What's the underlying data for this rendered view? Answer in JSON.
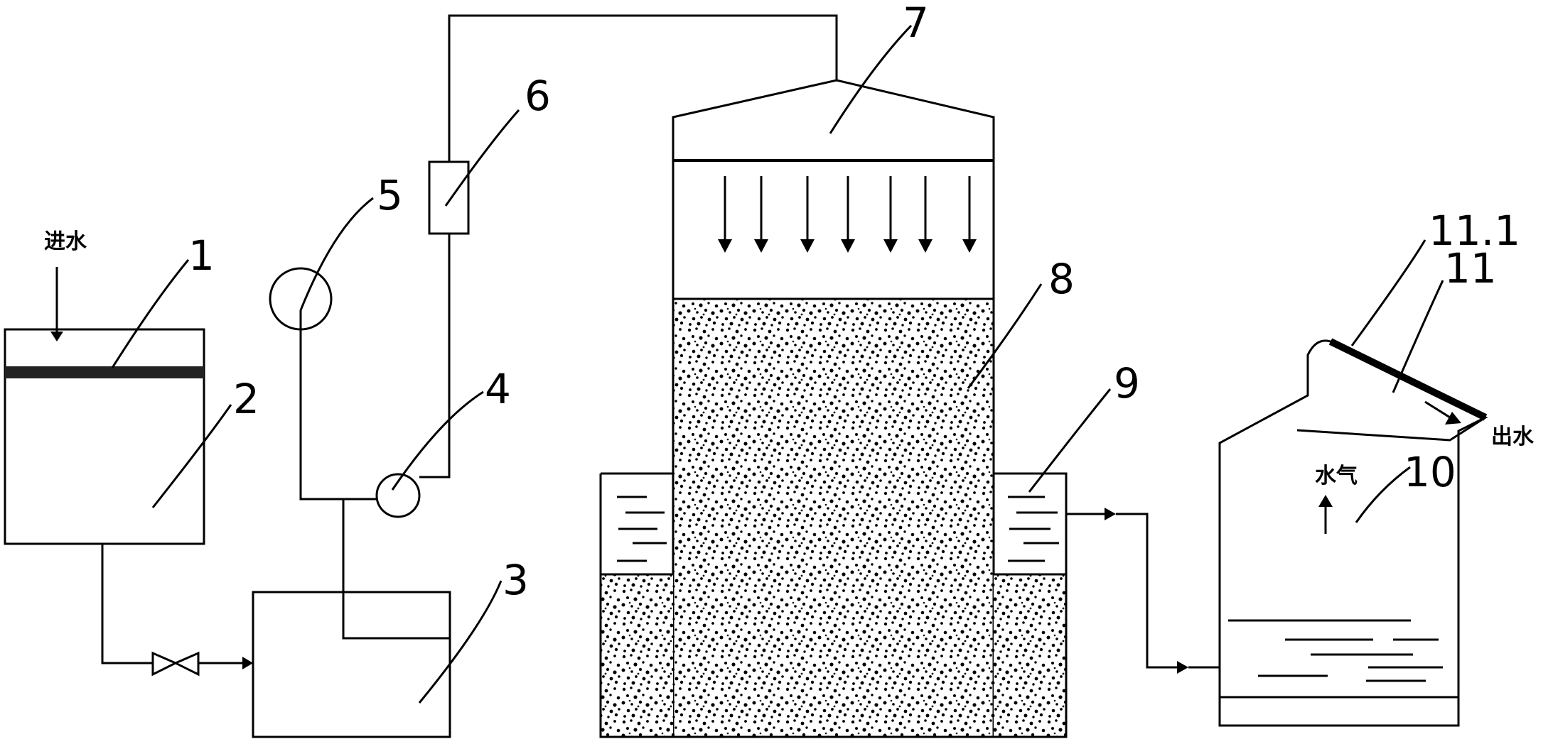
{
  "labels": {
    "n1": "1",
    "n2": "2",
    "n3": "3",
    "n4": "4",
    "n5": "5",
    "n6": "6",
    "n7": "7",
    "n8": "8",
    "n9": "9",
    "n10": "10",
    "n11": "11",
    "n11_1": "11.1"
  },
  "text": {
    "inlet": "进水",
    "outlet": "出水",
    "vapor": "水气"
  }
}
